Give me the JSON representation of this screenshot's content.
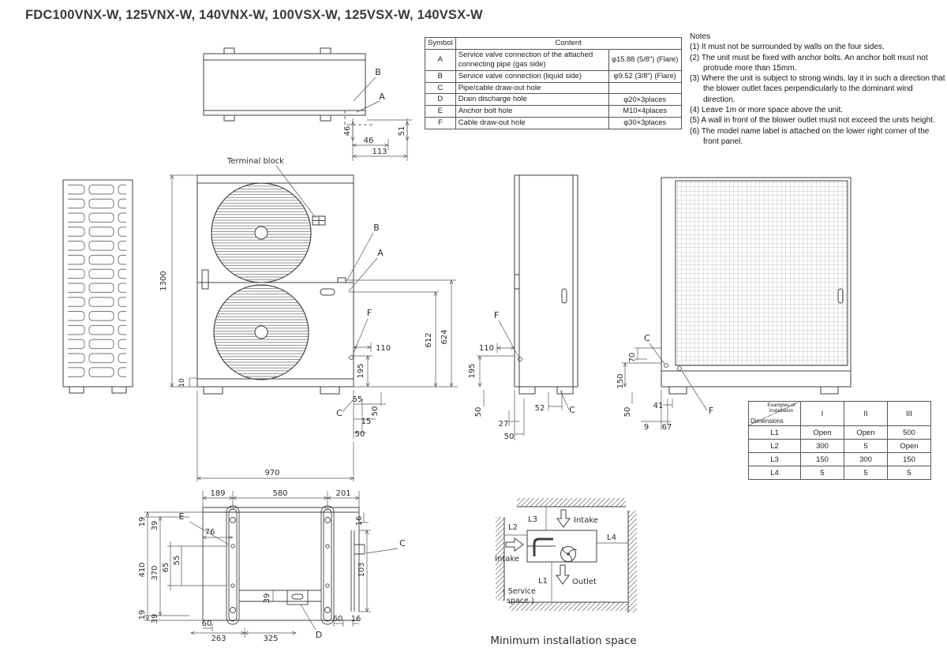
{
  "title": "FDC100VNX-W, 125VNX-W, 140VNX-W, 100VSX-W, 125VSX-W, 140VSX-W",
  "symbol_table": {
    "col_symbol": "Symbol",
    "col_content": "Content",
    "rows": [
      {
        "symbol": "A",
        "content": "Service valve connection of the attached connecting pipe (gas side)",
        "spec": "φ15.88 (5/8\") (Flare)"
      },
      {
        "symbol": "B",
        "content": "Service valve connection (liquid side)",
        "spec": "φ9.52 (3/8\") (Flare)"
      },
      {
        "symbol": "C",
        "content": "Pipe/cable draw-out hole",
        "spec": ""
      },
      {
        "symbol": "D",
        "content": "Drain discharge hole",
        "spec": "φ20×3places"
      },
      {
        "symbol": "E",
        "content": "Anchor bolt hole",
        "spec": "M10×4places"
      },
      {
        "symbol": "F",
        "content": "Cable draw-out hole",
        "spec": "φ30×3places"
      }
    ]
  },
  "notes": {
    "heading": "Notes",
    "items": [
      "(1) It must not be surrounded by walls on the four sides.",
      "(2) The unit must be fixed with anchor bolts. An anchor bolt must not protrude more than 15mm.",
      "(3) Where the unit is subject to strong winds, lay it in such a direction that the blower outlet faces perpendicularly to the dominant wind direction.",
      "(4) Leave 1m or more space above the unit.",
      "(5) A wall in front of the blower outlet must not exceed the units height.",
      "(6) The model name label is attached on the lower right corner of the front panel."
    ]
  },
  "labels": {
    "A": "A",
    "B": "B",
    "C": "C",
    "D": "D",
    "E": "E",
    "F": "F",
    "terminal_block": "Terminal block"
  },
  "dims": {
    "top": {
      "a46": "46",
      "b46": "46",
      "c113": "113",
      "d51": "51"
    },
    "front": {
      "h1300": "1300",
      "b10": "10",
      "v612": "612",
      "v624": "624",
      "w970": "970",
      "d110": "110",
      "d195": "195",
      "d55": "55",
      "d50a": "50",
      "d15": "15",
      "d50b": "50"
    },
    "side": {
      "d110": "110",
      "d195": "195",
      "d50a": "50",
      "d27": "27",
      "d50b": "50",
      "d52": "52"
    },
    "back": {
      "d70": "70",
      "d150": "150",
      "d50": "50",
      "d41": "41",
      "d9": "9",
      "d67": "67"
    },
    "bottom": {
      "w189": "189",
      "w580": "580",
      "w201": "201",
      "d76": "76",
      "t19": "19",
      "t39": "39",
      "h410": "410",
      "h370": "370",
      "d55": "55",
      "d65": "65",
      "b19": "19",
      "b39": "39",
      "d60a": "60",
      "d263": "263",
      "d325": "325",
      "c39": "39",
      "d60b": "60",
      "r16a": "16",
      "d103": "103",
      "r16b": "16"
    }
  },
  "install_table": {
    "corner_top": "Examples of installation",
    "corner_bottom": "Dimensions",
    "cols": [
      "I",
      "II",
      "III"
    ],
    "rows": [
      {
        "label": "L1",
        "values": [
          "Open",
          "Open",
          "500"
        ]
      },
      {
        "label": "L2",
        "values": [
          "300",
          "5",
          "Open"
        ]
      },
      {
        "label": "L3",
        "values": [
          "150",
          "300",
          "150"
        ]
      },
      {
        "label": "L4",
        "values": [
          "5",
          "5",
          "5"
        ]
      }
    ]
  },
  "space": {
    "l1": "L1",
    "l2": "L2",
    "l3": "L3",
    "l4": "L4",
    "intake_top": "Intake",
    "intake_left": "Intake",
    "outlet": "Outlet",
    "service1": "( Service",
    "service2": "space )",
    "caption": "Minimum installation space"
  }
}
